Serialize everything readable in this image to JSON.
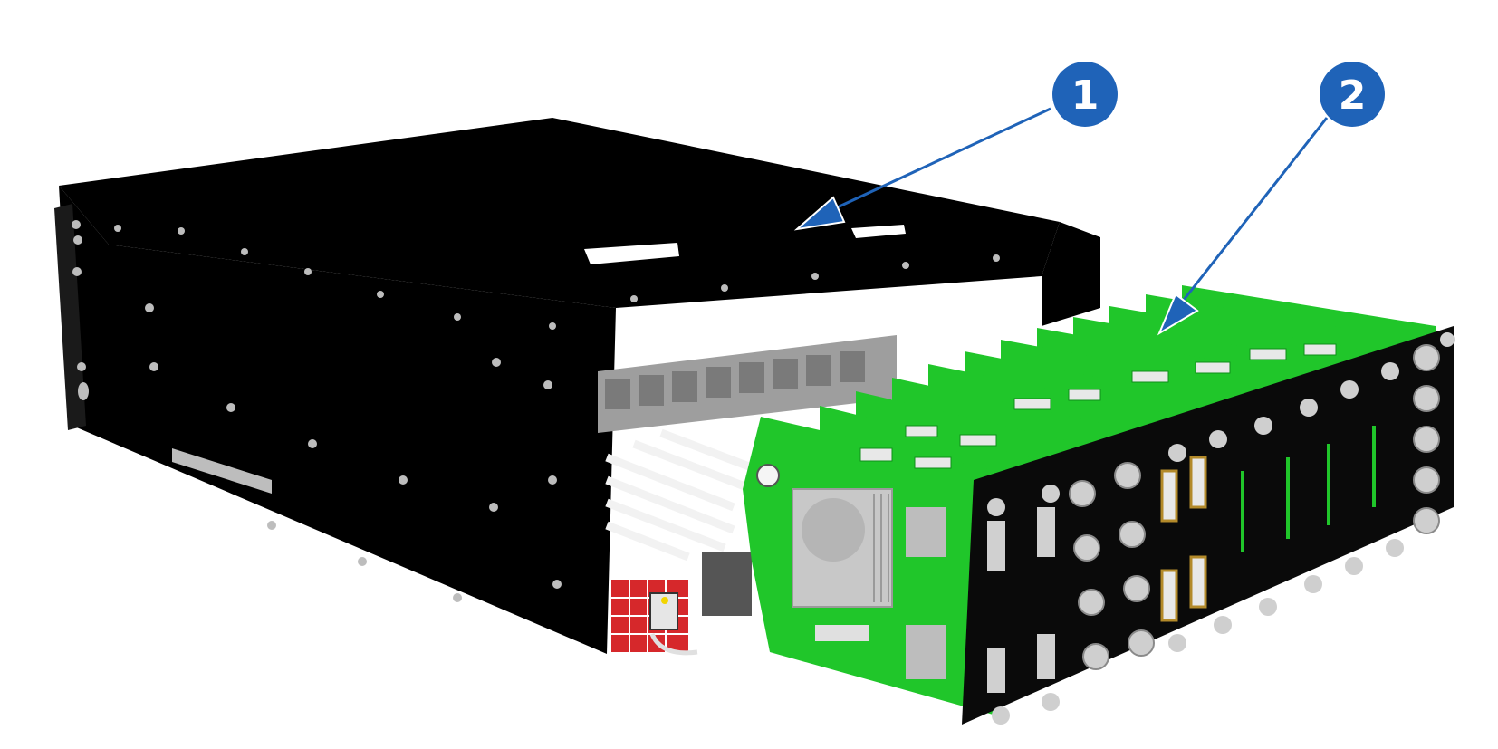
{
  "callouts": [
    {
      "number": "1",
      "target": "chassis"
    },
    {
      "number": "2",
      "target": "input-boards"
    }
  ],
  "colors": {
    "callout_fill": "#1f63b8",
    "callout_text": "#ffffff",
    "arrow": "#1f63b8",
    "chassis": "#000000",
    "pcb": "#20c62a",
    "pcb_dark": "#0f8f1a",
    "slot_grey": "#9e9e9e",
    "rail_white": "#f2f2f2",
    "psu_red": "#d6282b",
    "faceplate": "#0a0a0a",
    "connector_grey": "#cfcfcf"
  },
  "icons": {
    "callout_1": "numbered-circle",
    "callout_2": "numbered-circle"
  }
}
